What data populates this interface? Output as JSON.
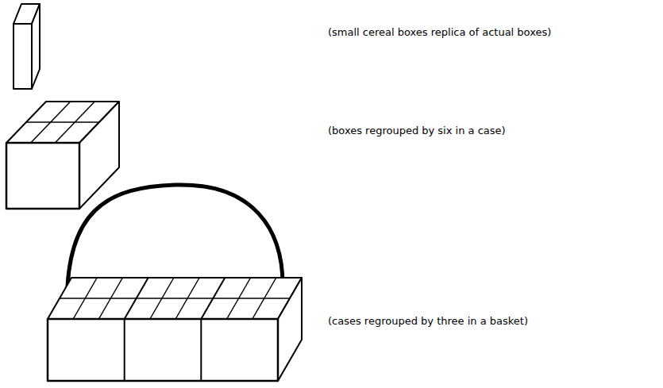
{
  "diagram": {
    "labels": [
      "(small cereal boxes replica of actual boxes)",
      "(boxes regrouped by six in a case)",
      "(cases regrouped by three in a basket)"
    ]
  }
}
